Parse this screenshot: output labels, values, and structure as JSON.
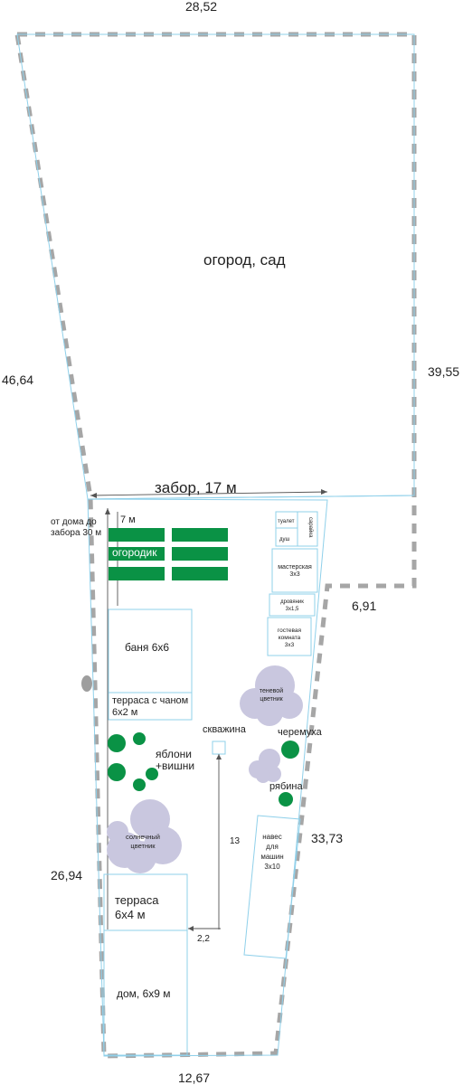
{
  "lengths": {
    "top": "28,52",
    "left_upper": "46,64",
    "right_upper": "39,55",
    "right_step": "6,91",
    "right_lower": "33,73",
    "left_lower": "26,94",
    "bottom": "12,67"
  },
  "fence": {
    "label": "забор, 17 м"
  },
  "upper_zone": {
    "label": "огород, сад"
  },
  "house_to_fence": {
    "label": "от дома до\nзабора 30 м"
  },
  "beds": {
    "width_label": "7 м",
    "label": "огородик"
  },
  "buildings": {
    "bath": "баня 6х6",
    "bath_terrace": "терраса с чаном\n6х2 м",
    "terrace": "терраса\n6х4 м",
    "house": "дом, 6х9 м",
    "toilet": "туалет",
    "shower": "душ",
    "shed": "сарайка",
    "workshop": "мастерская\n3х3",
    "woodshed": "дровяник\n3х1,5",
    "guest_room": "гостевая\nкомната\n3х3",
    "carport": "навес\nдля\nмашин\n3х10"
  },
  "garden": {
    "shade_flowers": "теневой\nцветник",
    "sun_flowers": "солнечный\nцветник",
    "apples": "яблони\n+вишни",
    "bird_cherry": "черемуха",
    "rowan": "рябина"
  },
  "well": {
    "label": "скважина",
    "dist_v": "13",
    "dist_h": "2,2"
  },
  "colors": {
    "beds": "#0a9245",
    "trees": "#0a9245",
    "flowerbeds": "#c9c7df",
    "boundary_line": "#8fd0ea",
    "boundary_dash": "#a6a6a6"
  }
}
